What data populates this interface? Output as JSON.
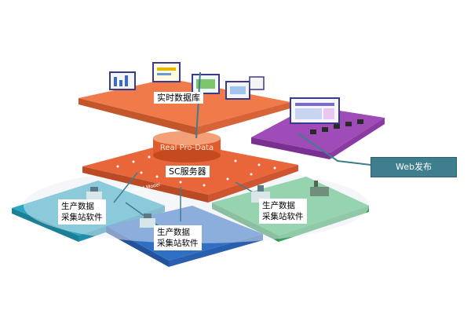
{
  "realtime_db_label": "实时数据库",
  "sc_server_label": "SC服务器",
  "real_pro_data": "Real Pro-Data",
  "web_publish": "Web发布",
  "plant_model": "Plant Model",
  "stations": [
    {
      "line1": "生产数据",
      "line2": "采集站软件"
    },
    {
      "line1": "生产数据",
      "line2": "采集站软件"
    },
    {
      "line1": "生产数据",
      "line2": "采集站软件"
    }
  ],
  "colors": {
    "top_layer": "#f07a4a",
    "middle_layer": "#e8663a",
    "purple_layer": "#a04cb8",
    "teal_layer": "#2aa6c2",
    "blue_layer": "#2f6fc4",
    "green_layer": "#42b86a",
    "web_button": "#3e7e8f"
  }
}
